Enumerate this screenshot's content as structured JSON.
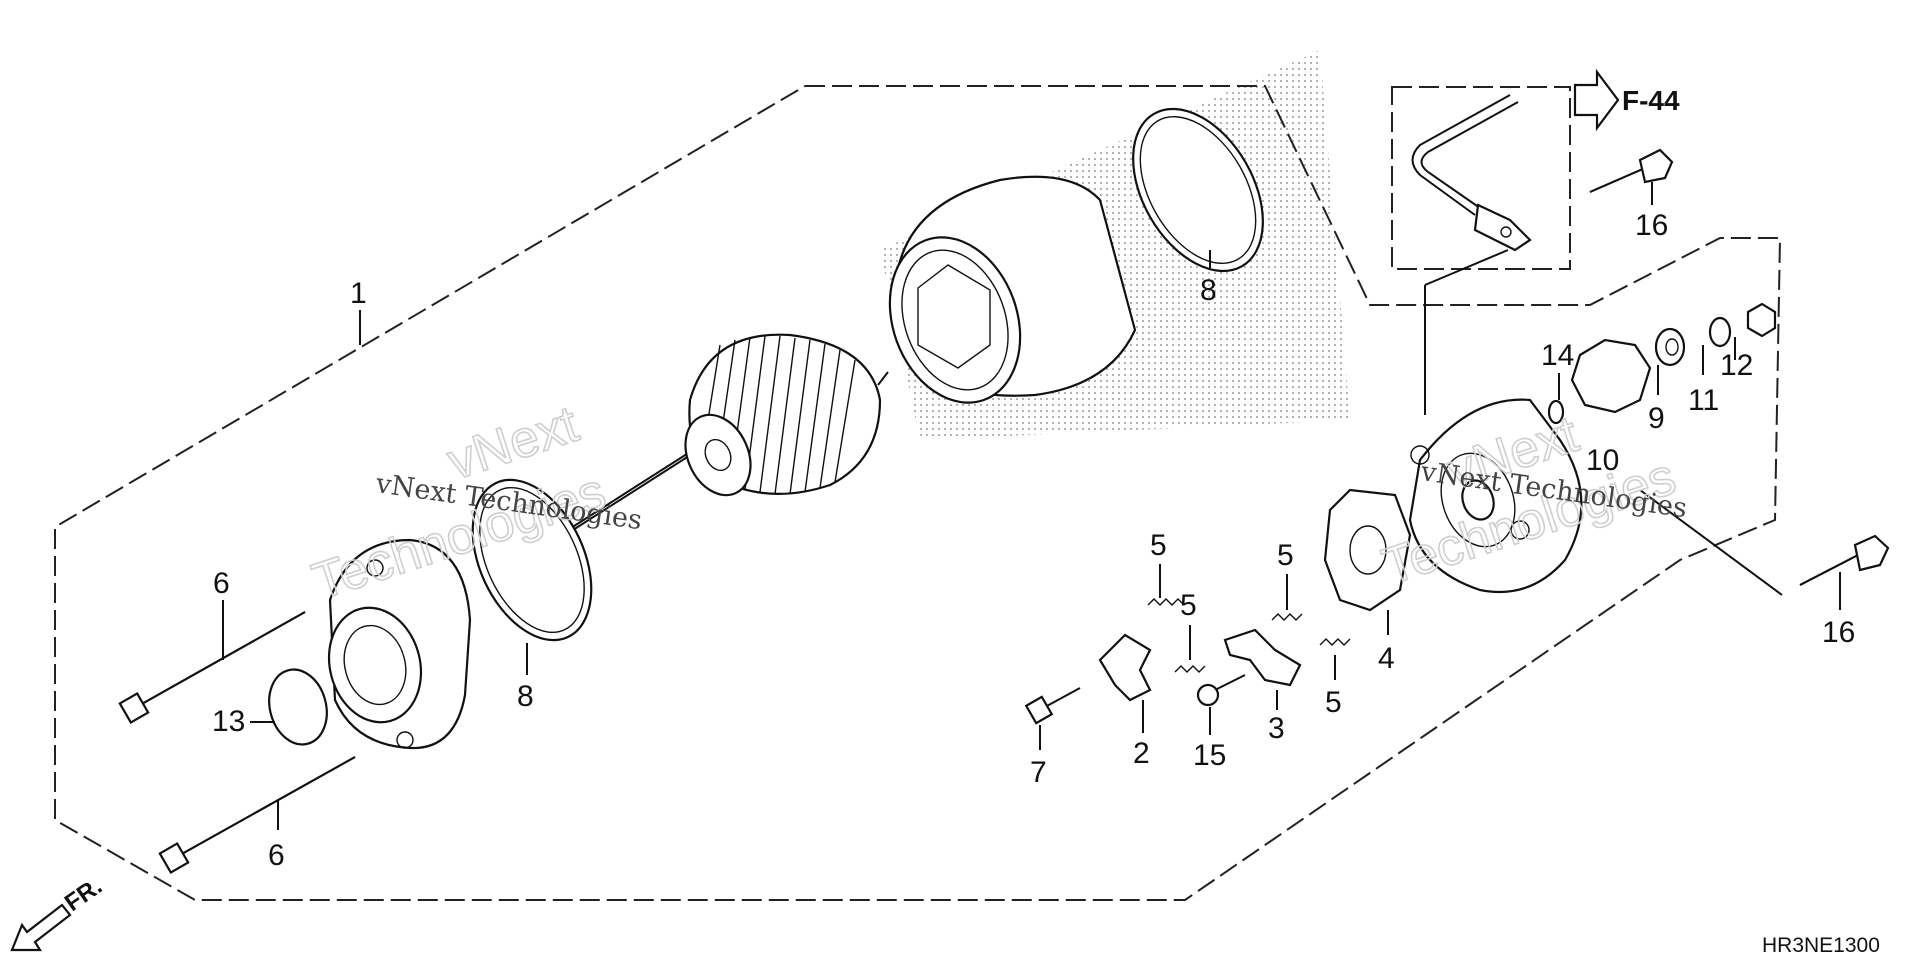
{
  "diagram": {
    "reference_arrow_label": "F-44",
    "front_label": "FR.",
    "diagram_code": "HR3NE1300",
    "watermark": {
      "brand": "vNext",
      "word": "Technologies",
      "full": "vNext Technologies"
    },
    "callouts": [
      {
        "id": "c1",
        "text": "1"
      },
      {
        "id": "c2",
        "text": "2"
      },
      {
        "id": "c3",
        "text": "3"
      },
      {
        "id": "c4",
        "text": "4"
      },
      {
        "id": "c5a",
        "text": "5"
      },
      {
        "id": "c5b",
        "text": "5"
      },
      {
        "id": "c5c",
        "text": "5"
      },
      {
        "id": "c5d",
        "text": "5"
      },
      {
        "id": "c6a",
        "text": "6"
      },
      {
        "id": "c6b",
        "text": "6"
      },
      {
        "id": "c7",
        "text": "7"
      },
      {
        "id": "c8a",
        "text": "8"
      },
      {
        "id": "c8b",
        "text": "8"
      },
      {
        "id": "c9",
        "text": "9"
      },
      {
        "id": "c10",
        "text": "10"
      },
      {
        "id": "c11",
        "text": "11"
      },
      {
        "id": "c12",
        "text": "12"
      },
      {
        "id": "c13",
        "text": "13"
      },
      {
        "id": "c14",
        "text": "14"
      },
      {
        "id": "c15",
        "text": "15"
      },
      {
        "id": "c16a",
        "text": "16"
      },
      {
        "id": "c16b",
        "text": "16"
      }
    ]
  }
}
